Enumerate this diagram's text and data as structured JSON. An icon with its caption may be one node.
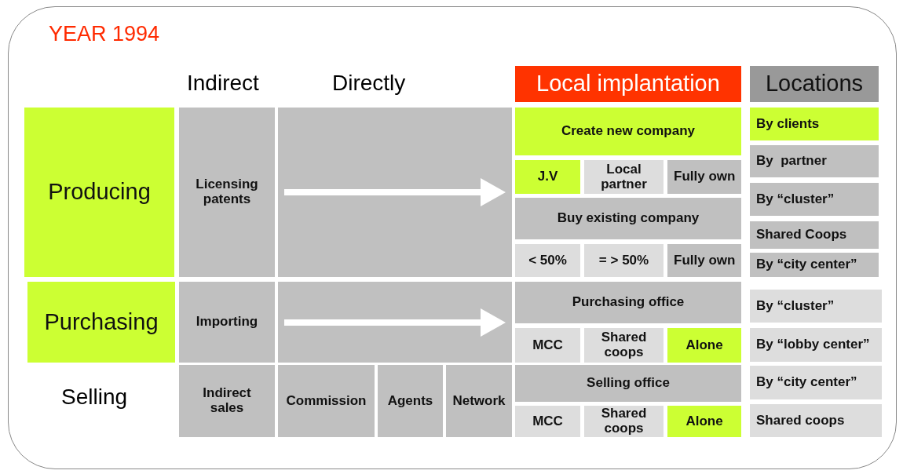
{
  "diagram": {
    "title": "YEAR 1994",
    "nodes": [
      {
        "text": [
          "Local implantation"
        ]
      },
      {
        "text": [
          "Locations"
        ]
      },
      {
        "text": [
          "Producing"
        ]
      },
      {
        "text": [
          "Licensing patents"
        ]
      },
      {
        "text": [],
        "shape": "box"
      },
      {
        "text": [
          "Create new company"
        ]
      },
      {
        "text": [
          "By clients"
        ]
      },
      {
        "text": [
          "By  partner"
        ]
      },
      {
        "text": [
          "J.V"
        ]
      },
      {
        "text": [
          "Local partner"
        ]
      },
      {
        "text": [
          "Fully own"
        ]
      },
      {
        "text": [
          "By “cluster”"
        ]
      },
      {
        "text": [
          "Buy existing company"
        ]
      },
      {
        "text": [
          "Shared Coops"
        ]
      },
      {
        "text": [
          "< 50%"
        ]
      },
      {
        "text": [
          "= > 50%"
        ]
      },
      {
        "text": [
          "Fully own"
        ]
      },
      {
        "text": [
          "By “city center”"
        ]
      },
      {
        "text": [
          "Purchasing"
        ]
      },
      {
        "text": [
          "Importing"
        ]
      },
      {
        "text": [],
        "shape": "box"
      },
      {
        "text": [
          "Purchasing office"
        ]
      },
      {
        "text": [
          "By “cluster”"
        ]
      },
      {
        "text": [
          "MCC"
        ]
      },
      {
        "text": [
          "Shared coops"
        ]
      },
      {
        "text": [
          "Alone"
        ]
      },
      {
        "text": [
          "By “lobby center”"
        ]
      },
      {
        "text": [
          "Indirect sales"
        ]
      },
      {
        "text": [
          "Commission"
        ]
      },
      {
        "text": [
          "Agents"
        ]
      },
      {
        "text": [
          "Network"
        ]
      },
      {
        "text": [
          "Selling office"
        ]
      },
      {
        "text": [
          "By “city center”"
        ]
      },
      {
        "text": [
          "MCC"
        ]
      },
      {
        "text": [
          "Shared coops"
        ]
      },
      {
        "text": [
          "Alone"
        ]
      },
      {
        "text": [
          "Shared coops"
        ]
      }
    ],
    "labels": [
      "Indirect",
      "Directly",
      "Selling"
    ]
  }
}
